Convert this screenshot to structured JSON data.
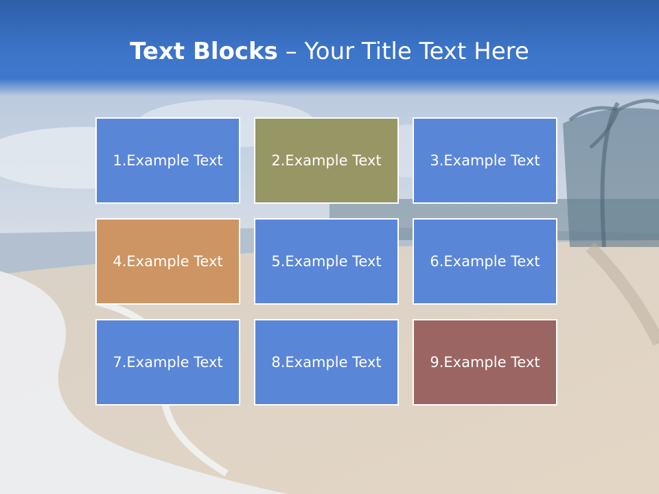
{
  "title": {
    "bold": "Text Blocks",
    "dash": " – ",
    "rest": "Your Title Text Here"
  },
  "blocks": [
    {
      "label": "1.Example Text",
      "color": "#5a86d8"
    },
    {
      "label": "2.Example Text",
      "color": "#979665"
    },
    {
      "label": "3.Example Text",
      "color": "#5a86d8"
    },
    {
      "label": "4.Example Text",
      "color": "#cc9563"
    },
    {
      "label": "5.Example Text",
      "color": "#5a86d8"
    },
    {
      "label": "6.Example Text",
      "color": "#5a86d8"
    },
    {
      "label": "7.Example Text",
      "color": "#5a86d8"
    },
    {
      "label": "8.Example Text",
      "color": "#5a86d8"
    },
    {
      "label": "9.Example Text",
      "color": "#9a6562"
    }
  ],
  "colors": {
    "header": "#3d75c9",
    "border": "#ffffff",
    "text": "#ffffff"
  }
}
